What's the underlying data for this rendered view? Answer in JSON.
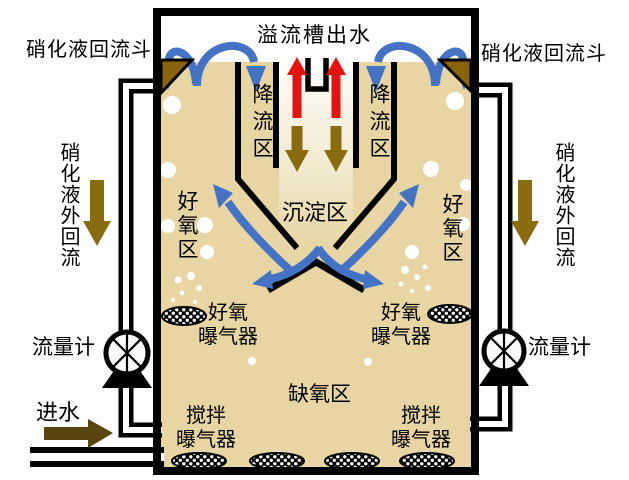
{
  "colors": {
    "water": "#e7d6a4",
    "flow_blue": "#4472c4",
    "rise_red": "#e81111",
    "recycle_olive": "#8a6c10",
    "influent_brown": "#584510",
    "hopper_gold": "#8a6508",
    "line_black": "#000000"
  },
  "tank": {
    "overflow_label": "溢流槽出水",
    "downflow_left": "降流区",
    "downflow_right": "降流区",
    "settling": "沉淀区",
    "aerobic_left": "好氧区",
    "aerobic_right": "好氧区",
    "anoxic": "缺氧区",
    "aerobic_aerator_left": "好氧\n曝气器",
    "aerobic_aerator_right": "好氧\n曝气器",
    "mixer_aerator_left": "搅拌\n曝气器",
    "mixer_aerator_right": "搅拌\n曝气器"
  },
  "external": {
    "hopper_left": "硝化液回流斗",
    "hopper_right": "硝化液回流斗",
    "recycle_left": "硝化液外回流",
    "recycle_right": "硝化液外回流",
    "flowmeter_left": "流量计",
    "flowmeter_right": "流量计",
    "influent": "进水"
  },
  "icons": {
    "flow_meter": "circle-cross-valve-icon",
    "aerator": "hatched-disc-icon",
    "return_hopper": "corner-funnel-icon",
    "circulation_arrow": "curved-arrow-icon"
  }
}
